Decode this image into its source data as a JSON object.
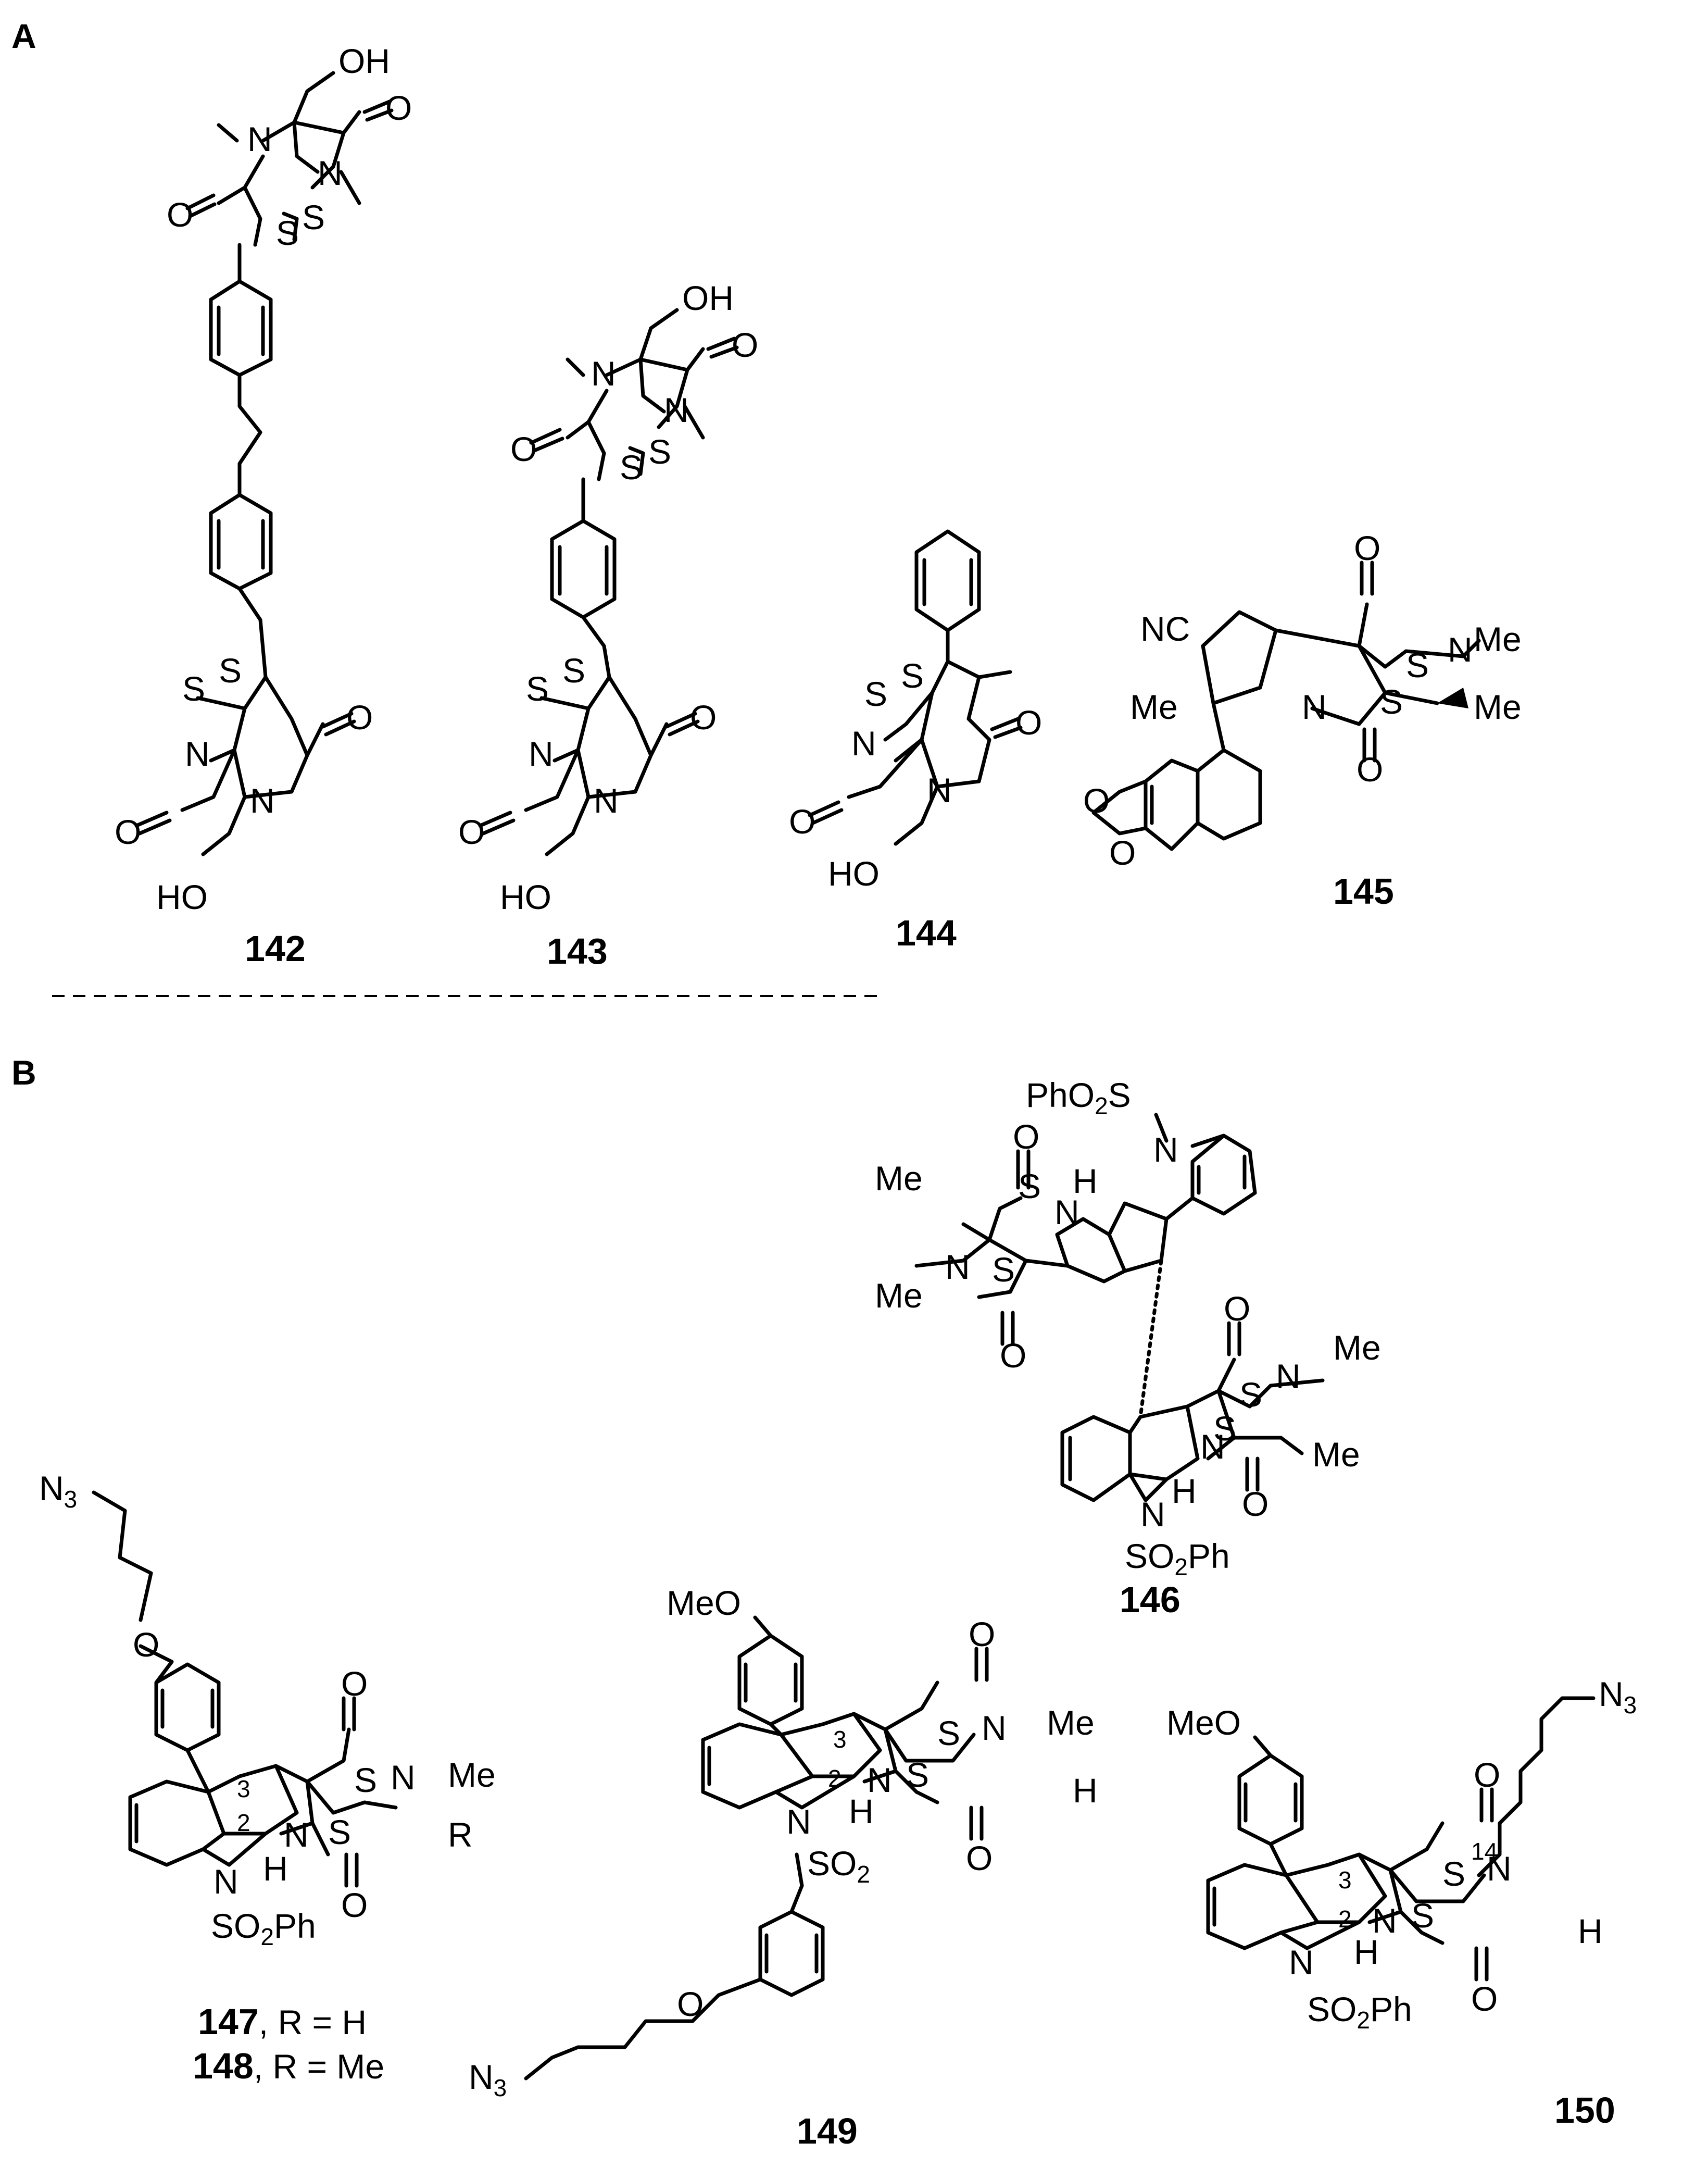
{
  "panels": {
    "A": "A",
    "B": "B"
  },
  "compounds": {
    "c142": "142",
    "c143": "143",
    "c144": "144",
    "c145": "145",
    "c146": "146",
    "c147": "147",
    "c147_suffix": ", R = H",
    "c148": "148",
    "c148_suffix": ", R = Me",
    "c149": "149",
    "c150": "150"
  },
  "atoms": {
    "OH": "OH",
    "HO": "HO",
    "N": "N",
    "O": "O",
    "S": "S",
    "H": "H",
    "R": "R",
    "Me": "Me",
    "NC": "NC",
    "MeO": "MeO",
    "PhO2S_main": "PhO",
    "PhO2S_sub": "2",
    "PhO2S_end": "S",
    "SO2Ph_main": "SO",
    "SO2Ph_sub": "2",
    "SO2Ph_end": "Ph",
    "SO2": "SO",
    "SO2_sub": "2",
    "N3": "N",
    "N3_sub": "3"
  },
  "locants": {
    "two": "2",
    "three": "3",
    "fourteen": "14"
  }
}
